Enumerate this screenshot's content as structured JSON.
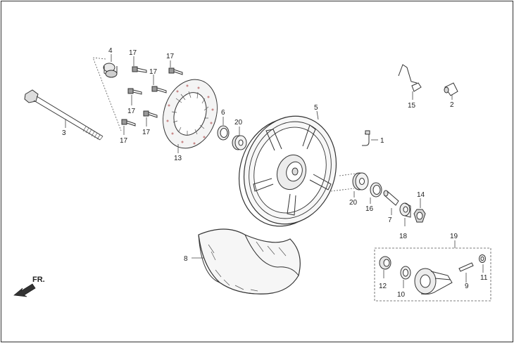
{
  "callouts": {
    "c1": "1",
    "c2": "2",
    "c3": "3",
    "c4": "4",
    "c5": "5",
    "c6": "6",
    "c7": "7",
    "c8": "8",
    "c9": "9",
    "c10": "10",
    "c11": "11",
    "c12": "12",
    "c13": "13",
    "c14": "14",
    "c15": "15",
    "c16": "16",
    "c17a": "17",
    "c17b": "17",
    "c17c": "17",
    "c17d": "17",
    "c17e": "17",
    "c17f": "17",
    "c18": "18",
    "c19": "19",
    "c20a": "20",
    "c20b": "20"
  },
  "front_marker": "FR.",
  "colors": {
    "line": "#333333",
    "background": "#ffffff",
    "pink_accent": "#c98a8a"
  }
}
